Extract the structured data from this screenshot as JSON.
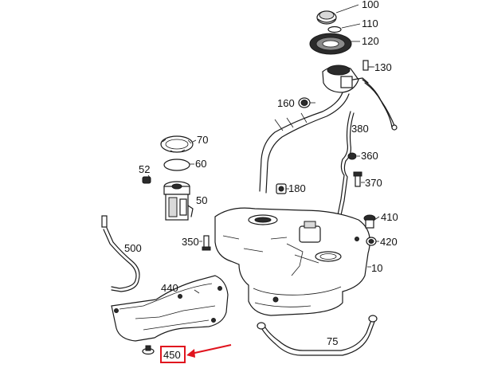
{
  "labels": {
    "p100": "100",
    "p110": "110",
    "p120": "120",
    "p130": "130",
    "p160": "160",
    "p380": "380",
    "p360": "360",
    "p370": "370",
    "p180": "180",
    "p70": "70",
    "p60": "60",
    "p52": "52",
    "p50": "50",
    "p410": "410",
    "p420": "420",
    "p350": "350",
    "p10": "10",
    "p500": "500",
    "p440": "440",
    "p75": "75",
    "p450": "450"
  },
  "highlight": {
    "target": "450",
    "box_color": "#e0141e",
    "arrow_color": "#e0141e"
  }
}
